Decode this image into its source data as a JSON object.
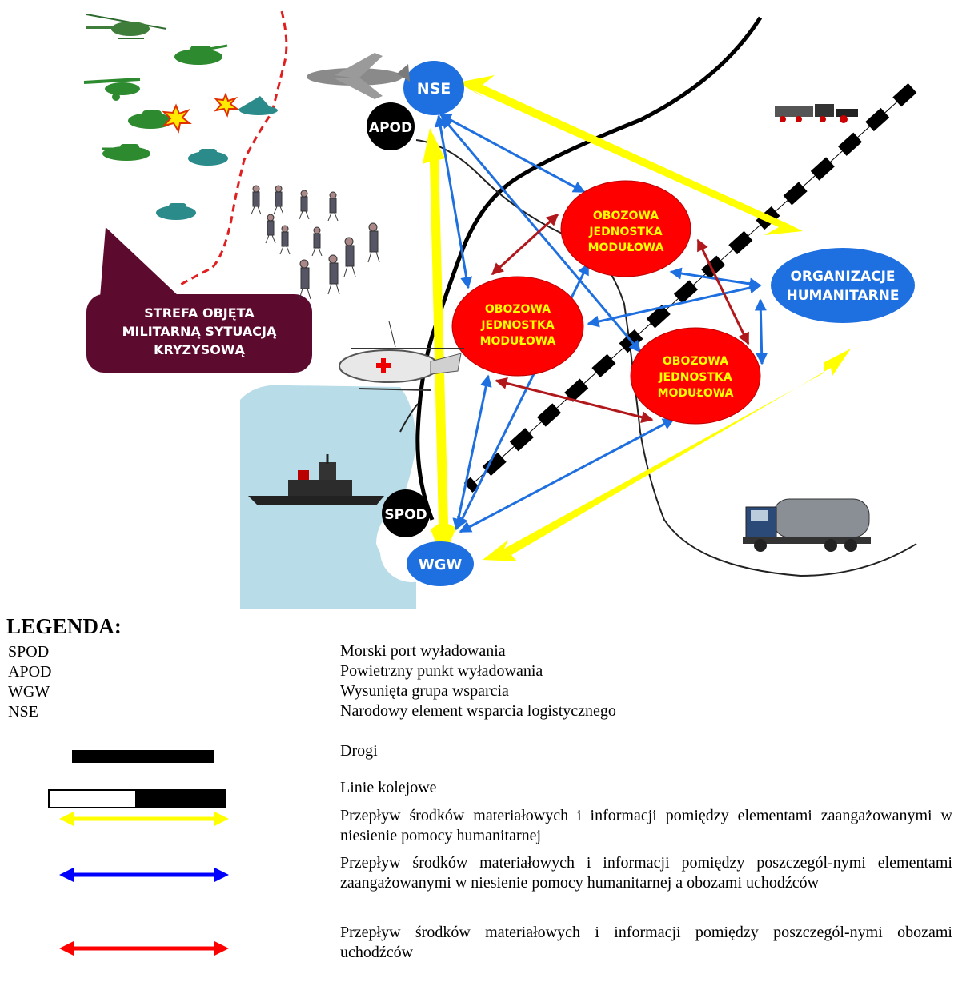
{
  "nodes": {
    "nse": "NSE",
    "apod": "APOD",
    "spod": "SPOD",
    "wgw": "WGW",
    "org_line1": "ORGANIZACJE",
    "org_line2": "HUMANITARNE",
    "camp_line1": "OBOZOWA",
    "camp_line2": "JEDNOSTKA",
    "camp_line3": "MODUŁOWA",
    "callout_line1": "STREFA OBJĘTA",
    "callout_line2": "MILITARNĄ SYTUACJĄ",
    "callout_line3": "KRYZYSOWĄ"
  },
  "legend": {
    "title": "LEGENDA:",
    "items": [
      {
        "abbr": "SPOD",
        "desc": "Morski port wyładowania"
      },
      {
        "abbr": "APOD",
        "desc": "Powietrzny punkt wyładowania"
      },
      {
        "abbr": "WGW",
        "desc": "Wysunięta grupa wsparcia"
      },
      {
        "abbr": "NSE",
        "desc": "Narodowy element wsparcia logistycznego"
      }
    ],
    "roads": "Drogi",
    "railways": "Linie kolejowe",
    "yellow_flow": "Przepływ środków materiałowych i informacji pomiędzy elementami zaangażowanymi w niesienie pomocy humanitarnej",
    "blue_flow": "Przepływ środków materiałowych i informacji pomiędzy poszczegól-nymi elementami zaangażowanymi w niesienie pomocy humanitarnej a obozami uchodźców",
    "red_flow": "Przepływ środków materiałowych i informacji pomiędzy poszczegól-nymi obozami uchodźców"
  },
  "colors": {
    "yellow_flow": "#ffff00",
    "blue_flow": "#0000ff",
    "red_flow": "#ff0000",
    "node_blue": "#0066ff",
    "camp_red": "#ff0000",
    "camp_text": "#ffff00",
    "callout": "#5c0a2e",
    "sea": "#b8dde8"
  },
  "icons": [
    "helicopter-icon",
    "tank-icon",
    "cannon-icon",
    "explosion-icon",
    "soldier-icon",
    "plane-icon",
    "train-icon",
    "medical-helicopter-icon",
    "warship-icon",
    "truck-icon"
  ]
}
